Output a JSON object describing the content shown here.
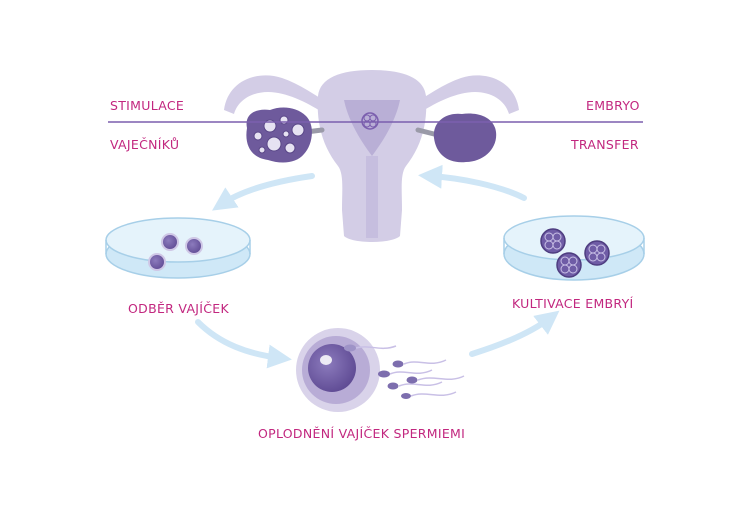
{
  "labels": {
    "stimulace": "STIMULACE",
    "vajecniku": "VAJEČNÍKŮ",
    "embryo": "EMBRYO",
    "transfer": "TRANSFER",
    "odber": "ODBĚR VAJÍČEK",
    "kultivace": "KULTIVACE EMBRYÍ",
    "oplodneni": "OPLODNĚNÍ VAJÍČEK SPERMIEMI"
  },
  "colors": {
    "label": "#c2277f",
    "line": "#7b5fae",
    "uterus": "#d3cde6",
    "uterus_dark": "#b9afd6",
    "ovary": "#6e5a9c",
    "arrow": "#cfe6f6",
    "dish": "#cfe8f7",
    "cell": "#6f5ca6"
  }
}
